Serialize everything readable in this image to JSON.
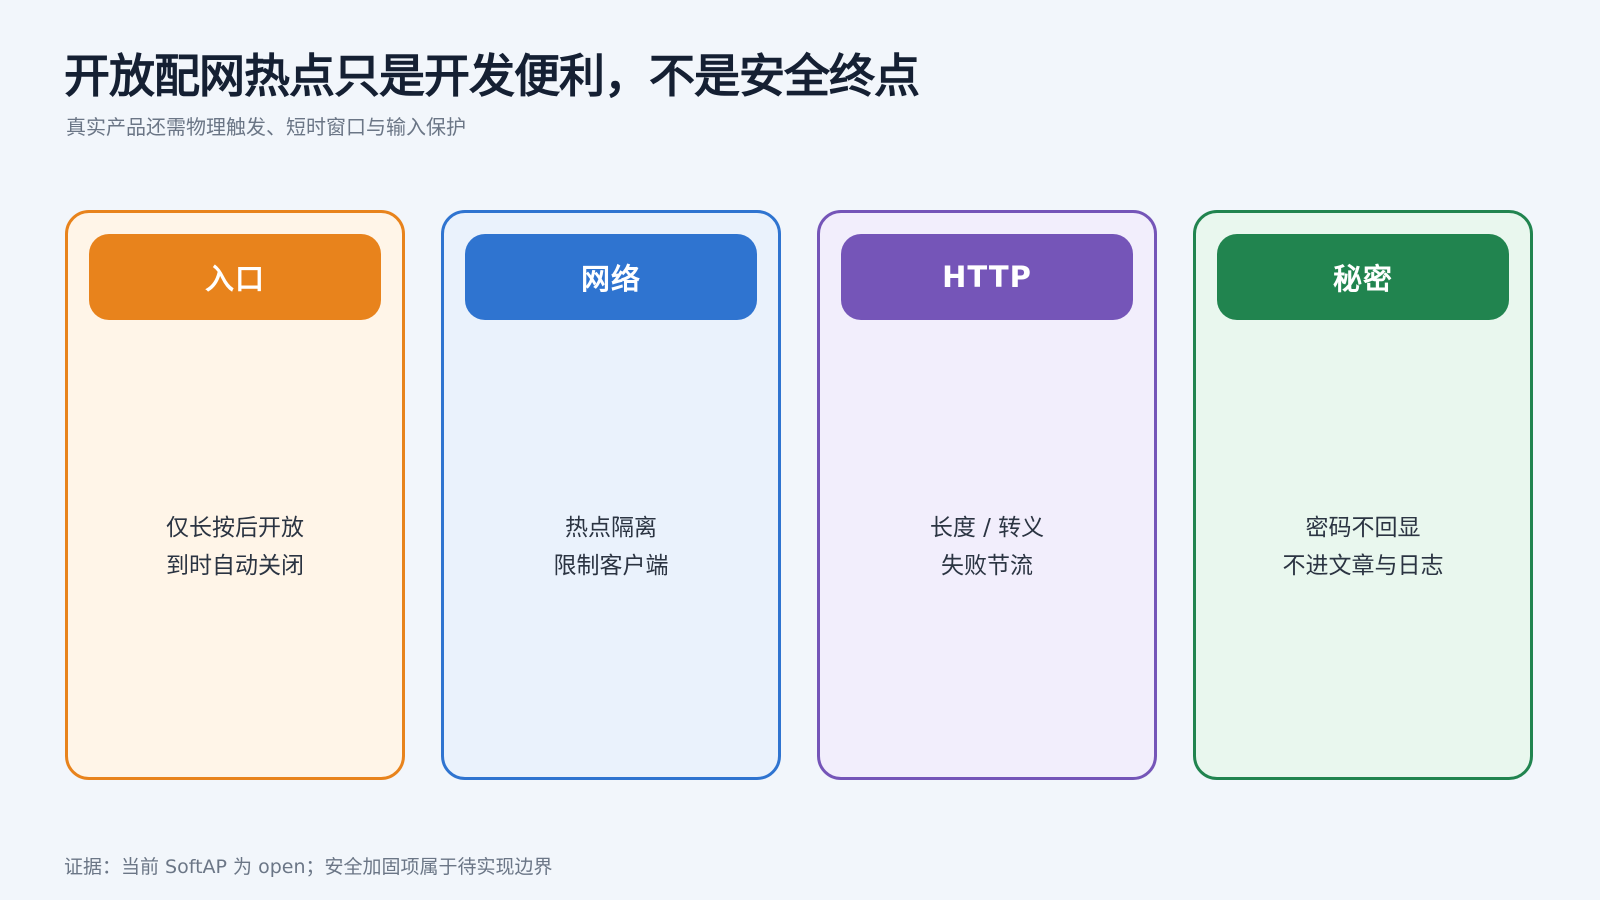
{
  "title": "开放配网热点只是开发便利，不是安全终点",
  "subtitle": "真实产品还需物理触发、短时窗口与输入保护",
  "cards": [
    {
      "header": "入口",
      "lines": [
        "仅长按后开放",
        "到时自动关闭"
      ],
      "color": "#e8831c"
    },
    {
      "header": "网络",
      "lines": [
        "热点隔离",
        "限制客户端"
      ],
      "color": "#2f74d0"
    },
    {
      "header": "HTTP",
      "lines": [
        "长度 / 转义",
        "失败节流"
      ],
      "color": "#7555b8"
    },
    {
      "header": "秘密",
      "lines": [
        "密码不回显",
        "不进文章与日志"
      ],
      "color": "#21844f"
    }
  ],
  "footer": "证据：当前 SoftAP 为 open；安全加固项属于待实现边界"
}
